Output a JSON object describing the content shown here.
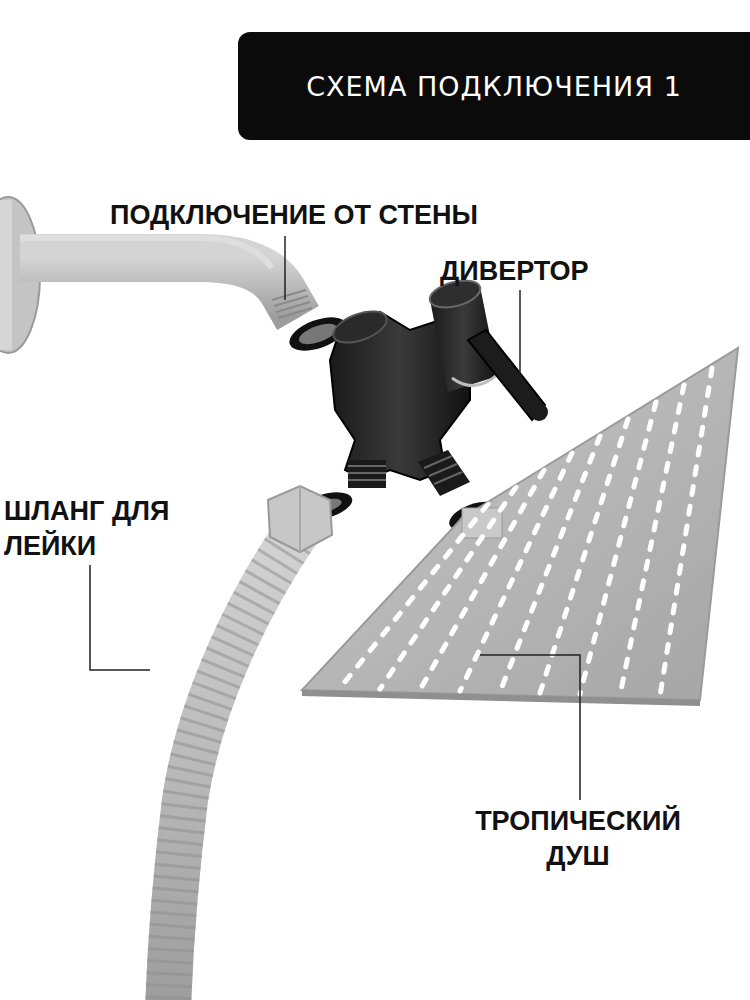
{
  "diagram": {
    "title": "СХЕМА ПОДКЛЮЧЕНИЯ 1",
    "labels": [
      "ПОДКЛЮЧЕНИЕ ОТ СТЕНЫ",
      "ДИВЕРТОР",
      "ШЛАНГ ДЛЯ ЛЕЙКИ",
      "ТРОПИЧЕСКИЙ ДУШ"
    ]
  }
}
